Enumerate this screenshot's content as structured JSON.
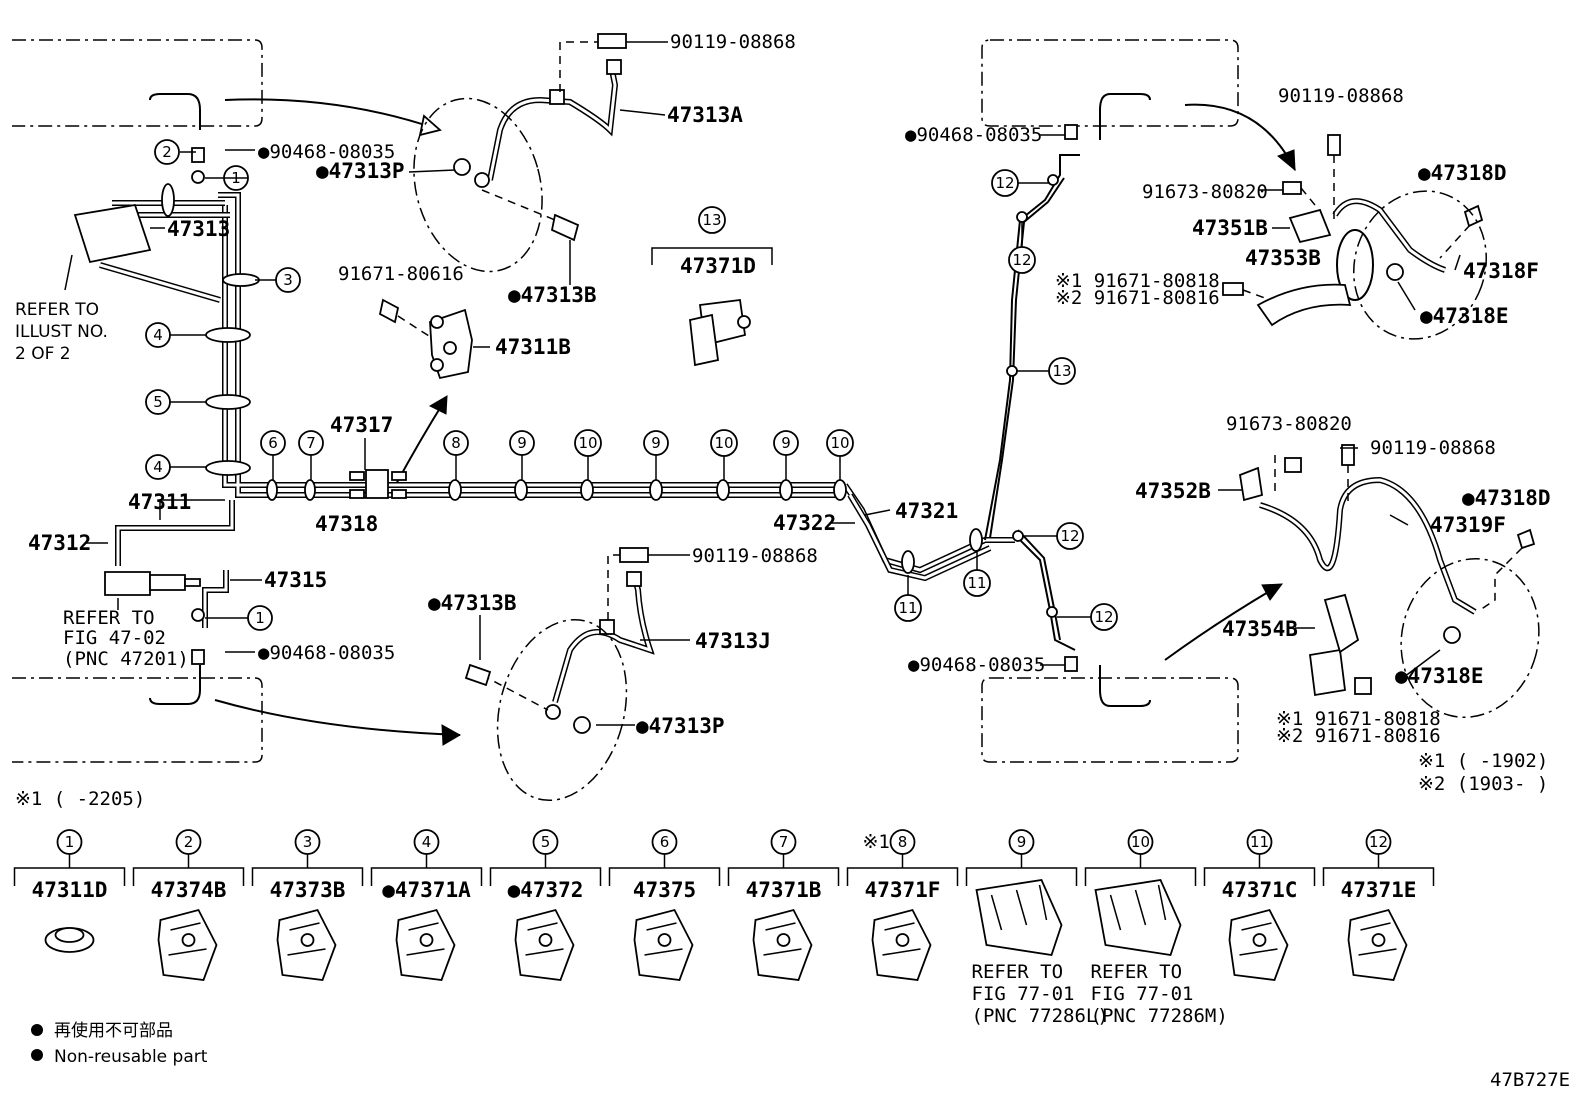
{
  "diagram_code": "47B727E",
  "legend": {
    "jp": "再使用不可部品",
    "en": "Non-reusable part"
  },
  "notes": {
    "refer_illust": [
      "REFER TO",
      "ILLUST NO.",
      "2 OF 2"
    ],
    "refer_fig_4702": [
      "REFER TO",
      "FIG 47-02",
      "(PNC 47201)"
    ],
    "footnote_left": "※1 (      -2205)",
    "footnote_r1": "※1 (      -1902)",
    "footnote_r2": "※2 (1903-      )"
  },
  "callouts": {
    "c90119a": "90119-08868",
    "c47313A": "47313A",
    "c90468a": "●90468-08035",
    "c47313Pa": "●47313P",
    "c47313": "47313",
    "c47313Ba": "●47313B",
    "c91671": "91671-80616",
    "c47311B": "47311B",
    "c47371D": "47371D",
    "c47317": "47317",
    "c47311": "47311",
    "c47318": "47318",
    "c47312": "47312",
    "c47315": "47315",
    "c90468b": "●90468-08035",
    "c47313Bb": "●47313B",
    "c90119b": "90119-08868",
    "c47313J": "47313J",
    "c47313Pb": "●47313P",
    "c47322": "47322",
    "c47321": "47321",
    "c90468c": "●90468-08035",
    "c90468d": "●90468-08035",
    "c90119c": "90119-08868",
    "c91673a": "91673-80820",
    "c47351B": "47351B",
    "c47353B": "47353B",
    "c91671r1a": "※1 91671-80818",
    "c91671r2a": "※2 91671-80816",
    "c47318Da": "●47318D",
    "c47318F": "47318F",
    "c47318Ea": "●47318E",
    "c91673b": "91673-80820",
    "c90119d": "90119-08868",
    "c47352B": "47352B",
    "c47318Db": "●47318D",
    "c47319F": "47319F",
    "c47354B": "47354B",
    "c47318Eb": "●47318E",
    "c91671r1b": "※1 91671-80818",
    "c91671r2b": "※2 91671-80816"
  },
  "circle_refs": {
    "n1": "1",
    "n2": "2",
    "n3": "3",
    "n4": "4",
    "n5": "5",
    "n6": "6",
    "n7": "7",
    "n8": "8",
    "n9": "9",
    "n10": "10",
    "n11": "11",
    "n12": "12",
    "n13": "13"
  },
  "clamp_table": [
    {
      "ref": "1",
      "part": "47311D",
      "mark": "",
      "note": ""
    },
    {
      "ref": "2",
      "part": "47374B",
      "mark": "",
      "note": ""
    },
    {
      "ref": "3",
      "part": "47373B",
      "mark": "",
      "note": ""
    },
    {
      "ref": "4",
      "part": "●47371A",
      "mark": "",
      "note": ""
    },
    {
      "ref": "5",
      "part": "●47372",
      "mark": "",
      "note": ""
    },
    {
      "ref": "6",
      "part": "47375",
      "mark": "",
      "note": ""
    },
    {
      "ref": "7",
      "part": "47371B",
      "mark": "",
      "note": ""
    },
    {
      "ref": "8",
      "part": "47371F",
      "mark": "※1",
      "note": ""
    },
    {
      "ref": "9",
      "part": "",
      "mark": "",
      "note": "REFER TO|FIG 77-01|(PNC 77286L)"
    },
    {
      "ref": "10",
      "part": "",
      "mark": "",
      "note": "REFER TO|FIG 77-01|(PNC 77286M)"
    },
    {
      "ref": "11",
      "part": "47371C",
      "mark": "",
      "note": ""
    },
    {
      "ref": "12",
      "part": "47371E",
      "mark": "",
      "note": ""
    }
  ],
  "top_box": {
    "ref": "13",
    "part": "47371D"
  }
}
